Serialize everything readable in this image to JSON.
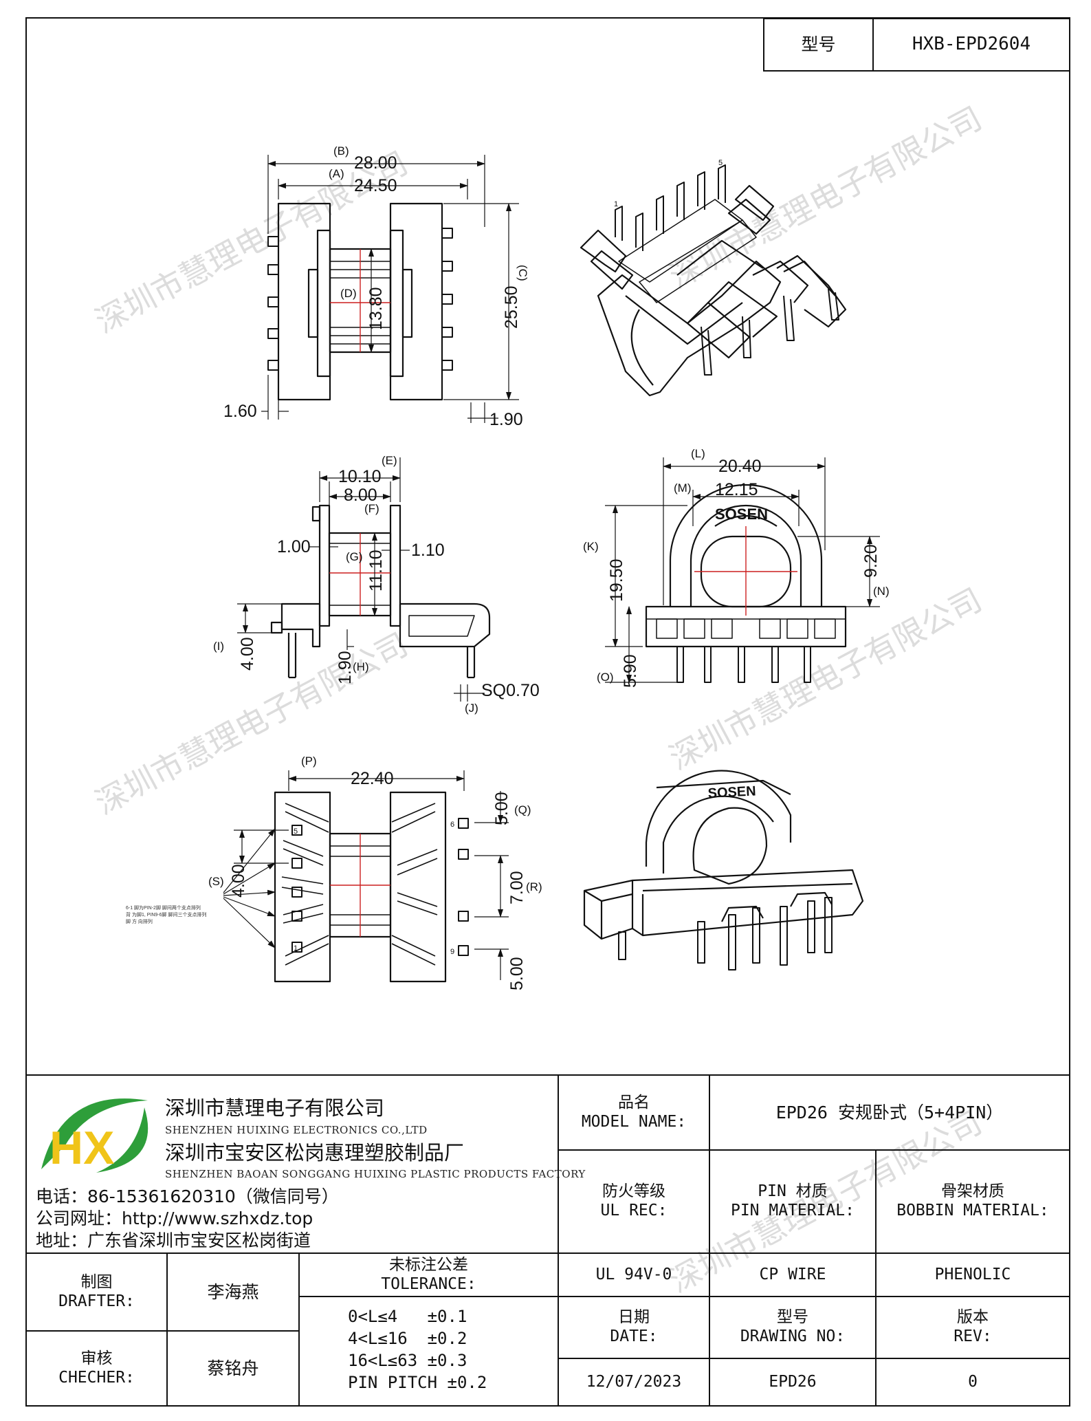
{
  "header": {
    "type_label": "型号",
    "type_value": "HXB-EPD2604"
  },
  "watermark": "深圳市慧理电子有限公司",
  "drawing": {
    "top_view": {
      "B": "(B)",
      "B_val": "28.00",
      "A": "(A)",
      "A_val": "24.50",
      "C": "(C)",
      "C_val": "25.50",
      "D": "(D)",
      "D_val": "13.80",
      "left_val": "1.60",
      "right_val": "1.90"
    },
    "side_view": {
      "E": "(E)",
      "E_val": "10.10",
      "F": "(F)",
      "F_val": "8.00",
      "G": "(G)",
      "G_val": "11.10",
      "left_wall": "1.00",
      "right_wall": "1.10",
      "I": "(I)",
      "I_val": "4.00",
      "H": "(H)",
      "H_val": "1.90",
      "J": "(J)",
      "J_val": "SQ0.70"
    },
    "front_view": {
      "L": "(L)",
      "L_val": "20.40",
      "M": "(M)",
      "M_val": "12.15",
      "K": "(K)",
      "K_val": "19.50",
      "N": "(N)",
      "N_val": "9.20",
      "O": "(O)",
      "O_val": "5.90",
      "brand": "SOSEN"
    },
    "bottom_view": {
      "P": "(P)",
      "P_val": "22.40",
      "Q": "(Q)",
      "Q_val": "5.00",
      "R": "(R)",
      "R_val": "7.00",
      "S": "(S)",
      "S_val": "4.00",
      "bottom_val": "5.00",
      "pin_1": "1",
      "pin_5": "5",
      "pin_6": "6",
      "pin_9": "9",
      "note_line1": "6-1 脚为PIN-2脚 脚间两个支点排列",
      "note_line2": "背 为脚1, PIN9-6脚 脚间三个支点排列",
      "note_line3": "脚 方 向排列"
    },
    "iso_view": {
      "pin_1": "1",
      "pin_5": "5",
      "brand": "SOSEN"
    }
  },
  "company": {
    "logo_letters": "HX",
    "name_cn_1": "深圳市慧理电子有限公司",
    "name_en_1": "SHENZHEN HUIXING ELECTRONICS CO.,LTD",
    "name_cn_2": "深圳市宝安区松岗惠理塑胶制品厂",
    "name_en_2": "SHENZHEN BAOAN SONGGANG HUIXING PLASTIC PRODUCTS FACTORY",
    "phone": "电话：86-15361620310（微信同号）",
    "website": "公司网址：http://www.szhxdz.top",
    "address": "地址：广东省深圳市宝安区松岗街道"
  },
  "title_block": {
    "model_name_cn": "品名",
    "model_name_en": "MODEL NAME:",
    "model_name_value": "EPD26 安规卧式（5+4PIN）",
    "ul_rec_cn": "防火等级",
    "ul_rec_en": "UL REC:",
    "pin_mat_cn": "PIN 材质",
    "pin_mat_en": "PIN MATERIAL:",
    "bobbin_mat_cn": "骨架材质",
    "bobbin_mat_en": "BOBBIN MATERIAL:",
    "drafter_cn": "制图",
    "drafter_en": "DRAFTER:",
    "drafter_value": "李海燕",
    "checker_cn": "审核",
    "checker_en": "CHECHER:",
    "checker_value": "蔡铭舟",
    "tolerance_cn": "未标注公差",
    "tolerance_en": "TOLERANCE:",
    "tol_1": "0<L≤4   ±0.1",
    "tol_2": "4<L≤16  ±0.2",
    "tol_3": "16<L≤63 ±0.3",
    "tol_4": "PIN PITCH ±0.2",
    "ul_value": "UL 94V-0",
    "pin_value": "CP WIRE",
    "bobbin_value": "PHENOLIC",
    "date_cn": "日期",
    "date_en": "DATE:",
    "date_value": "12/07/2023",
    "drawing_no_cn": "型号",
    "drawing_no_en": "DRAWING NO:",
    "drawing_no_value": "EPD26",
    "rev_cn": "版本",
    "rev_en": "REV:",
    "rev_value": "0"
  },
  "colors": {
    "line": "#111111",
    "center": "#cc1f1f",
    "logo_green": "#2e9e3a",
    "logo_yellow": "#f0c419",
    "watermark": "#d9d9d9"
  }
}
